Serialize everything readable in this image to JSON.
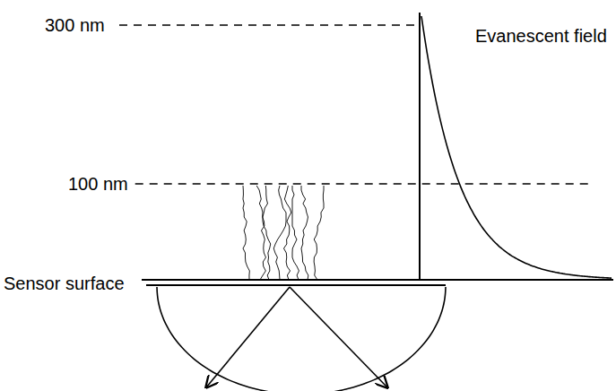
{
  "diagram": {
    "labels": [
      "300 nm",
      "100 nm",
      "Evanescent field",
      "Sensor surface"
    ]
  }
}
